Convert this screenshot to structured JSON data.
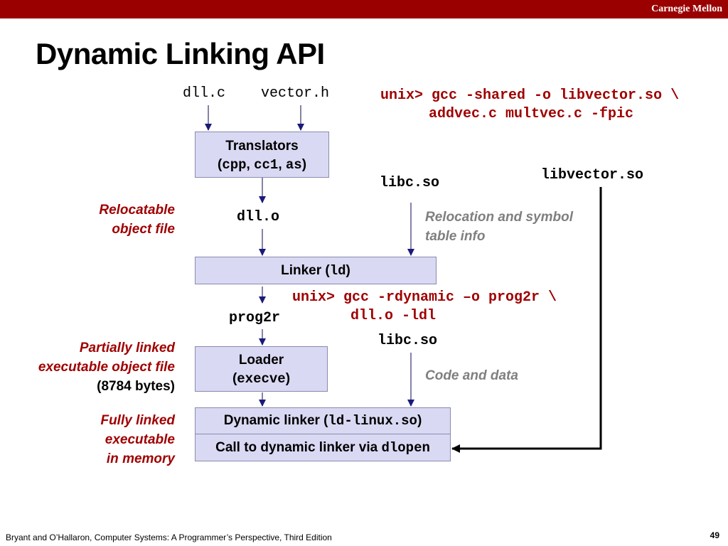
{
  "header": {
    "brand": "Carnegie Mellon"
  },
  "title": "Dynamic Linking API",
  "inputs": {
    "dll_c": "dll.c",
    "vector_h": "vector.h"
  },
  "cmd1": {
    "line1": "unix> gcc -shared -o libvector.so \\",
    "line2": "addvec.c multvec.c -fpic"
  },
  "translators": {
    "line1": "Translators",
    "line2_open": "(",
    "cpp": "cpp",
    "sep1": ", ",
    "cc1": "cc1",
    "sep2": ", ",
    "as": "as",
    "line2_close": ")"
  },
  "libc_so_1": "libc.so",
  "libvector_so": "libvector.so",
  "relocatable_label": {
    "line1": "Relocatable",
    "line2": "object file"
  },
  "dll_o": "dll.o",
  "reloc_info": {
    "line1": "Relocation and symbol",
    "line2": "table info"
  },
  "linker": {
    "prefix": "Linker (",
    "code": "ld",
    "suffix": ")"
  },
  "cmd2": {
    "line1": "unix> gcc -rdynamic –o prog2r \\",
    "line2": "dll.o -ldl"
  },
  "prog2r": "prog2r",
  "libc_so_2": "libc.so",
  "partial_label": {
    "line1": "Partially linked",
    "line2": "executable object file",
    "line3": "(8784 bytes)"
  },
  "loader": {
    "line1": "Loader",
    "line2_open": "(",
    "code": "execve",
    "line2_close": ")"
  },
  "code_data": "Code and data",
  "full_label": {
    "line1": "Fully linked",
    "line2": "executable",
    "line3": "in memory"
  },
  "dynlinker": {
    "prefix": "Dynamic linker (",
    "code": "ld-linux.so",
    "suffix": ")"
  },
  "dlopen_call": {
    "prefix": "Call to dynamic linker via ",
    "code": "dlopen"
  },
  "footer": "Bryant and O’Hallaron, Computer Systems: A Programmer’s Perspective, Third Edition",
  "page_number": "49",
  "colors": {
    "header_bar": "#9a0000",
    "accent_red": "#a00000",
    "box_fill": "#d9d9f3",
    "annotation_gray": "#7f7f7f"
  }
}
